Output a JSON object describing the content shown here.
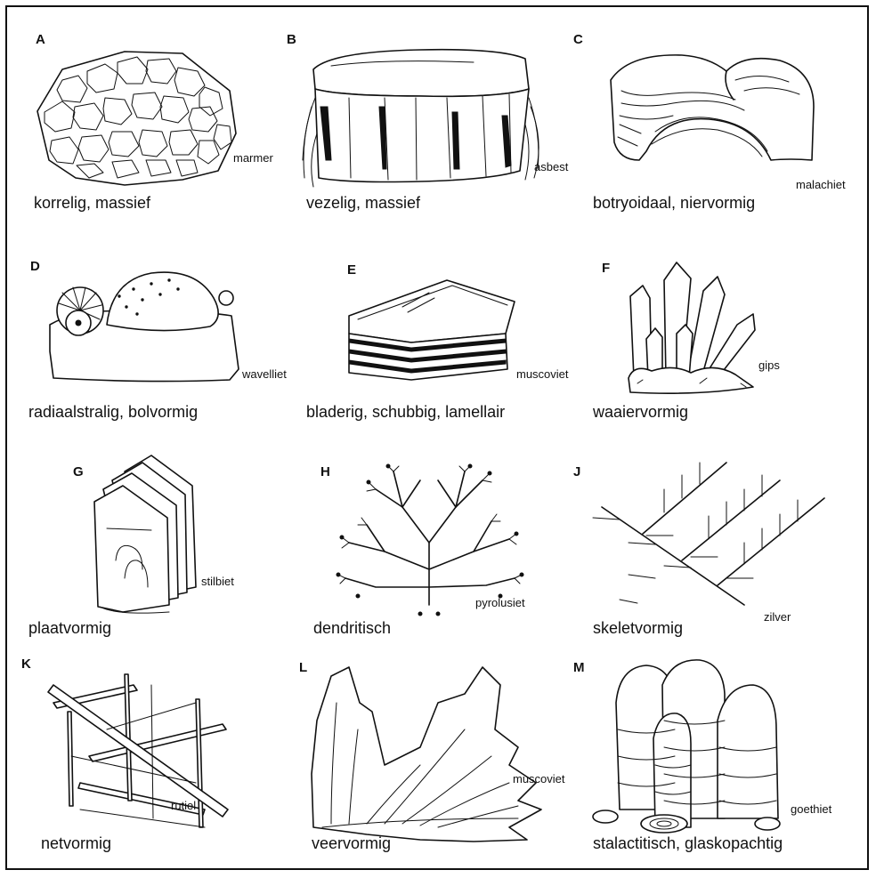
{
  "panels": [
    {
      "letter": "A",
      "mineral": "marmer",
      "caption": "korrelig, massief"
    },
    {
      "letter": "B",
      "mineral": "asbest",
      "caption": "vezelig, massief"
    },
    {
      "letter": "C",
      "mineral": "malachiet",
      "caption": "botryoidaal, niervormig"
    },
    {
      "letter": "D",
      "mineral": "wavelliet",
      "caption": "radiaalstralig, bolvormig"
    },
    {
      "letter": "E",
      "mineral": "muscoviet",
      "caption": "bladerig, schubbig, lamellair"
    },
    {
      "letter": "F",
      "mineral": "gips",
      "caption": "waaiervormig"
    },
    {
      "letter": "G",
      "mineral": "stilbiet",
      "caption": "plaatvormig"
    },
    {
      "letter": "H",
      "mineral": "pyrolusiet",
      "caption": "dendritisch"
    },
    {
      "letter": "J",
      "mineral": "zilver",
      "caption": "skeletvormig"
    },
    {
      "letter": "K",
      "mineral": "rutiel",
      "caption": "netvormig"
    },
    {
      "letter": "L",
      "mineral": "muscoviet",
      "caption": "veervormig"
    },
    {
      "letter": "M",
      "mineral": "goethiet",
      "caption": "stalactitisch, glaskopachtig"
    }
  ]
}
